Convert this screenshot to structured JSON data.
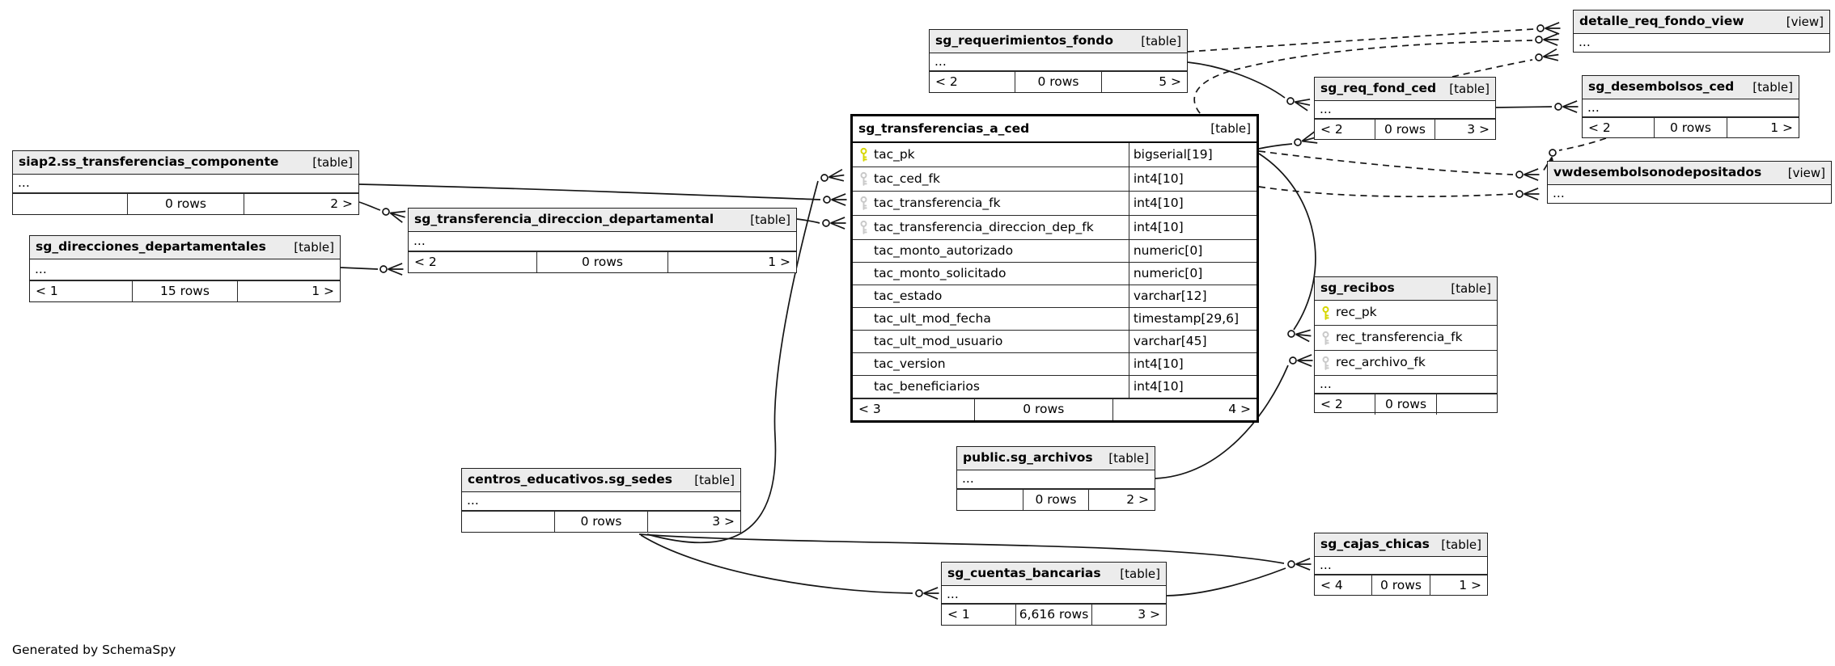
{
  "credit": "Generated by SchemaSpy",
  "colors": {
    "primary_key_icon": "#d6d600",
    "foreign_key_icon": "#c9c9c9",
    "header_background": "#ececec",
    "focus_header_background": "#ffffff",
    "border": "#1f1f1f",
    "edge": "#151515"
  },
  "tables": {
    "sg_requerimientos_fondo": {
      "title": "sg_requerimientos_fondo",
      "badge": "[table]",
      "collapsed": "...",
      "footer": {
        "left": "< 2",
        "center": "0 rows",
        "right": "5 >"
      }
    },
    "detalle_req_fondo_view": {
      "title": "detalle_req_fondo_view",
      "badge": "[view]",
      "collapsed": "..."
    },
    "sg_desembolsos_ced": {
      "title": "sg_desembolsos_ced",
      "badge": "[table]",
      "collapsed": "...",
      "footer": {
        "left": "< 2",
        "center": "0 rows",
        "right": "1 >"
      }
    },
    "vwdesembolsonodepositados": {
      "title": "vwdesembolsonodepositados",
      "badge": "[view]",
      "collapsed": "..."
    },
    "sg_req_fond_ced": {
      "title": "sg_req_fond_ced",
      "badge": "[table]",
      "collapsed": "...",
      "footer": {
        "left": "< 2",
        "center": "0 rows",
        "right": "3 >"
      }
    },
    "sg_transferencias_a_ced": {
      "title": "sg_transferencias_a_ced",
      "badge": "[table]",
      "columns": [
        {
          "name": "tac_pk",
          "type": "bigserial[19]",
          "key": "pk"
        },
        {
          "name": "tac_ced_fk",
          "type": "int4[10]",
          "key": "fk"
        },
        {
          "name": "tac_transferencia_fk",
          "type": "int4[10]",
          "key": "fk"
        },
        {
          "name": "tac_transferencia_direccion_dep_fk",
          "type": "int4[10]",
          "key": "fk"
        },
        {
          "name": "tac_monto_autorizado",
          "type": "numeric[0]",
          "key": ""
        },
        {
          "name": "tac_monto_solicitado",
          "type": "numeric[0]",
          "key": ""
        },
        {
          "name": "tac_estado",
          "type": "varchar[12]",
          "key": ""
        },
        {
          "name": "tac_ult_mod_fecha",
          "type": "timestamp[29,6]",
          "key": ""
        },
        {
          "name": "tac_ult_mod_usuario",
          "type": "varchar[45]",
          "key": ""
        },
        {
          "name": "tac_version",
          "type": "int4[10]",
          "key": ""
        },
        {
          "name": "tac_beneficiarios",
          "type": "int4[10]",
          "key": ""
        }
      ],
      "footer": {
        "left": "< 3",
        "center": "0 rows",
        "right": "4 >"
      }
    },
    "siap2_ss_transferencias_componente": {
      "title": "siap2.ss_transferencias_componente",
      "badge": "[table]",
      "collapsed": "...",
      "footer": {
        "left": "",
        "center": "0 rows",
        "right": "2 >"
      }
    },
    "sg_direcciones_departamentales": {
      "title": "sg_direcciones_departamentales",
      "badge": "[table]",
      "collapsed": "...",
      "footer": {
        "left": "< 1",
        "center": "15 rows",
        "right": "1 >"
      }
    },
    "sg_transferencia_direccion_departamental": {
      "title": "sg_transferencia_direccion_departamental",
      "badge": "[table]",
      "collapsed": "...",
      "footer": {
        "left": "< 2",
        "center": "0 rows",
        "right": "1 >"
      }
    },
    "sg_recibos": {
      "title": "sg_recibos",
      "badge": "[table]",
      "collapsed": "...",
      "columns": [
        {
          "name": "rec_pk",
          "type": "",
          "key": "pk"
        },
        {
          "name": "rec_transferencia_fk",
          "type": "",
          "key": "fk"
        },
        {
          "name": "rec_archivo_fk",
          "type": "",
          "key": "fk"
        }
      ],
      "footer": {
        "left": "< 2",
        "center": "0 rows",
        "right": ""
      }
    },
    "public_sg_archivos": {
      "title": "public.sg_archivos",
      "badge": "[table]",
      "collapsed": "...",
      "footer": {
        "left": "",
        "center": "0 rows",
        "right": "2 >"
      }
    },
    "centros_educativos_sg_sedes": {
      "title": "centros_educativos.sg_sedes",
      "badge": "[table]",
      "collapsed": "...",
      "footer": {
        "left": "",
        "center": "0 rows",
        "right": "3 >"
      }
    },
    "sg_cuentas_bancarias": {
      "title": "sg_cuentas_bancarias",
      "badge": "[table]",
      "collapsed": "...",
      "footer": {
        "left": "< 1",
        "center": "6,616 rows",
        "right": "3 >"
      }
    },
    "sg_cajas_chicas": {
      "title": "sg_cajas_chicas",
      "badge": "[table]",
      "collapsed": "...",
      "footer": {
        "left": "< 4",
        "center": "0 rows",
        "right": "1 >"
      }
    }
  },
  "edges": [
    {
      "id": "e_componente_transferencias",
      "from": "siap2.ss_transferencias_componente",
      "to": "sg_transferencias_a_ced.tac_transferencia_fk",
      "style": "solid"
    },
    {
      "id": "e_componente_transf_dir",
      "from": "siap2.ss_transferencias_componente",
      "to": "sg_transferencia_direccion_departamental",
      "style": "solid"
    },
    {
      "id": "e_direcciones_transf_dir",
      "from": "sg_direcciones_departamentales",
      "to": "sg_transferencia_direccion_departamental",
      "style": "solid"
    },
    {
      "id": "e_transf_dir_transferencias",
      "from": "sg_transferencia_direccion_departamental",
      "to": "sg_transferencias_a_ced.tac_transferencia_direccion_dep_fk",
      "style": "solid"
    },
    {
      "id": "e_sedes_transferencias",
      "from": "centros_educativos.sg_sedes",
      "to": "sg_transferencias_a_ced.tac_ced_fk",
      "style": "solid"
    },
    {
      "id": "e_sedes_cuentas",
      "from": "centros_educativos.sg_sedes",
      "to": "sg_cuentas_bancarias",
      "style": "solid"
    },
    {
      "id": "e_sedes_cajas",
      "from": "centros_educativos.sg_sedes",
      "to": "sg_cajas_chicas",
      "style": "solid"
    },
    {
      "id": "e_cuentas_cajas",
      "from": "sg_cuentas_bancarias",
      "to": "sg_cajas_chicas",
      "style": "solid"
    },
    {
      "id": "e_archivos_recibos",
      "from": "public.sg_archivos",
      "to": "sg_recibos.rec_archivo_fk",
      "style": "solid"
    },
    {
      "id": "e_transferencias_recibos",
      "from": "sg_transferencias_a_ced.tac_pk",
      "to": "sg_recibos.rec_transferencia_fk",
      "style": "solid"
    },
    {
      "id": "e_transferencias_reqfondced",
      "from": "sg_transferencias_a_ced.tac_pk",
      "to": "sg_req_fond_ced",
      "style": "solid"
    },
    {
      "id": "e_requerimientos_reqfondced",
      "from": "sg_requerimientos_fondo",
      "to": "sg_req_fond_ced",
      "style": "solid"
    },
    {
      "id": "e_reqfondced_desembolsos",
      "from": "sg_req_fond_ced",
      "to": "sg_desembolsos_ced",
      "style": "solid"
    },
    {
      "id": "e_requerimientos_detalle",
      "from": "sg_requerimientos_fondo",
      "to": "detalle_req_fondo_view",
      "style": "dashed"
    },
    {
      "id": "e_transferencias_detalle",
      "from": "sg_transferencias_a_ced",
      "to": "detalle_req_fondo_view",
      "style": "dashed"
    },
    {
      "id": "e_reqfondced_detalle",
      "from": "sg_req_fond_ced",
      "to": "detalle_req_fondo_view",
      "style": "dashed"
    },
    {
      "id": "e_desembolsos_vw",
      "from": "sg_desembolsos_ced",
      "to": "vwdesembolsonodepositados",
      "style": "dashed"
    },
    {
      "id": "e_transferencias_vw_1",
      "from": "sg_transferencias_a_ced",
      "to": "vwdesembolsonodepositados",
      "style": "dashed"
    },
    {
      "id": "e_transferencias_vw_2",
      "from": "sg_transferencias_a_ced",
      "to": "vwdesembolsonodepositados",
      "style": "dashed"
    }
  ]
}
